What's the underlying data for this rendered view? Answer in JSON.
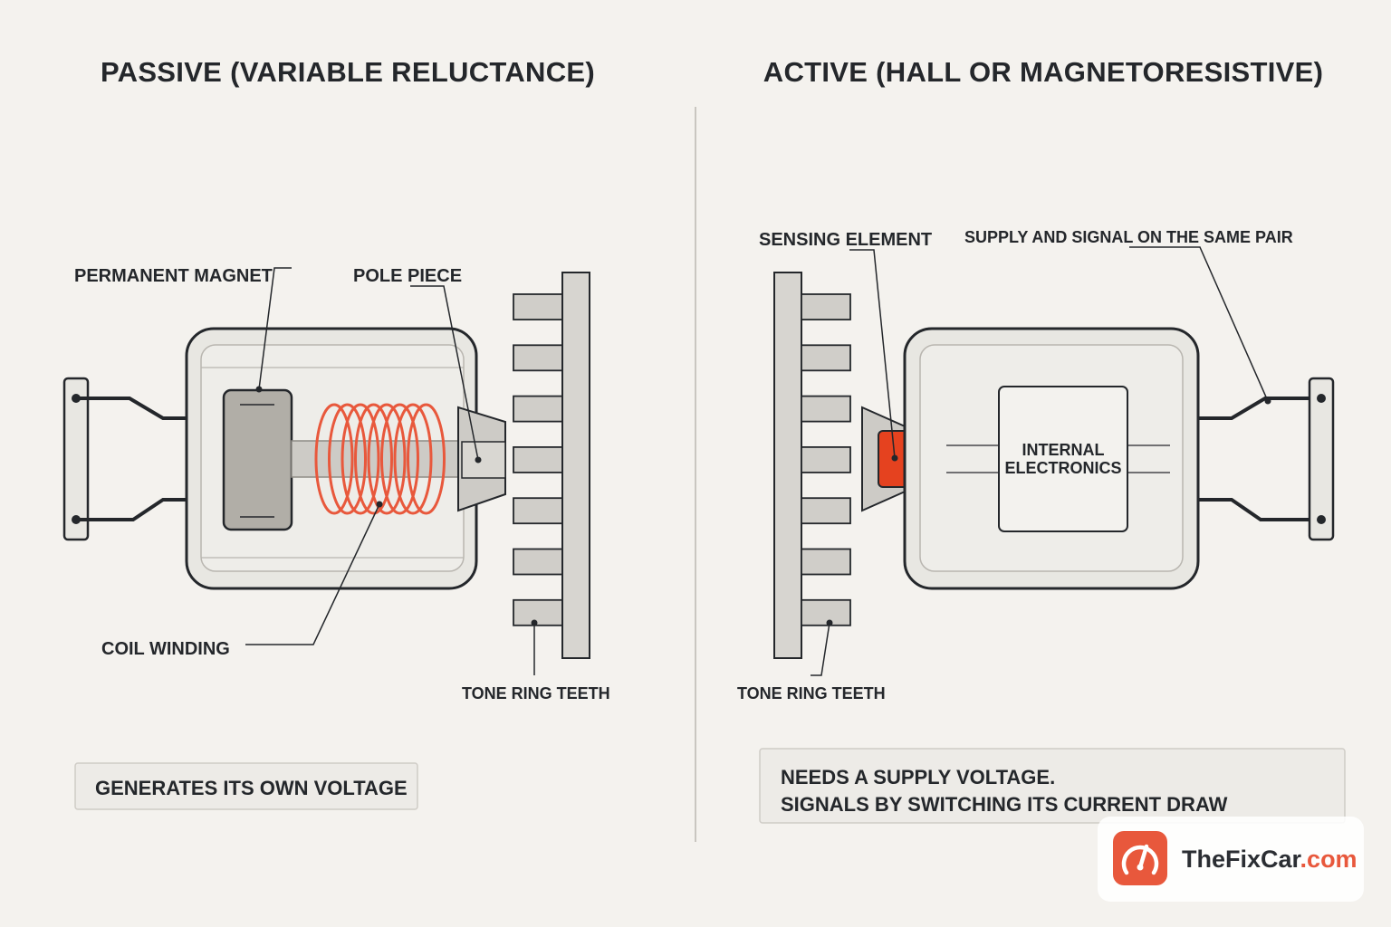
{
  "passive": {
    "title": "PASSIVE (VARIABLE RELUCTANCE)",
    "labels": {
      "magnet": "PERMANENT MAGNET",
      "pole": "POLE PIECE",
      "coil": "COIL WINDING",
      "teeth": "TONE RING TEETH"
    },
    "note": "GENERATES ITS OWN VOLTAGE"
  },
  "active": {
    "title": "ACTIVE (HALL OR MAGNETORESISTIVE)",
    "labels": {
      "sensing": "SENSING ELEMENT",
      "supply": "SUPPLY AND SIGNAL ON THE SAME PAIR",
      "teeth": "TONE RING TEETH"
    },
    "electronics_line1": "INTERNAL",
    "electronics_line2": "ELECTRONICS",
    "note_line1": "NEEDS A SUPPLY VOLTAGE.",
    "note_line2": "SIGNALS BY SWITCHING ITS CURRENT DRAW"
  },
  "brand": {
    "name_main": "TheFixCar",
    "name_tld": ".com"
  },
  "colors": {
    "background": "#f4f2ee",
    "ink": "#24272b",
    "coil": "#e8583c",
    "sensing_element": "#e5421f",
    "metal": "#d0cec9",
    "housing": "#e8e7e2"
  },
  "icons": {
    "brand": "gauge-logo-icon"
  }
}
